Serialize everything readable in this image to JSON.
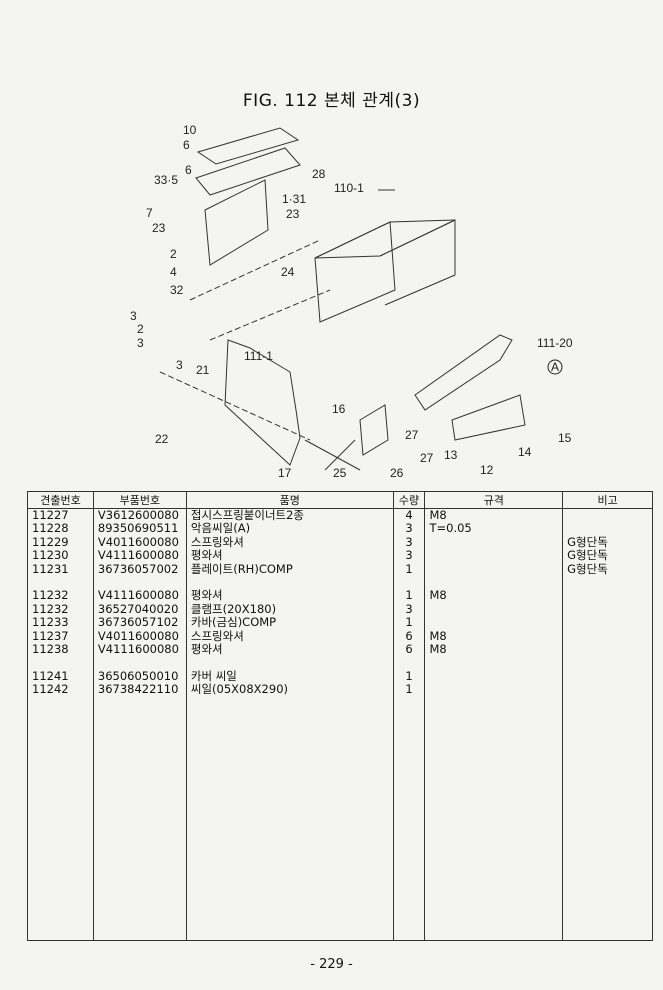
{
  "title": "FIG. 112 본체 관계(3)",
  "diagram_labels": [
    "10",
    "6",
    "6",
    "33·5",
    "28",
    "110-1",
    "1·31",
    "7",
    "23",
    "23",
    "2",
    "4",
    "32",
    "24",
    "3",
    "2",
    "3",
    "3",
    "21",
    "111-1",
    "111-20",
    "A",
    "16",
    "22",
    "15",
    "27",
    "27",
    "13",
    "14",
    "12",
    "17",
    "25",
    "26"
  ],
  "table": {
    "headers": [
      "견출번호",
      "부품번호",
      "품명",
      "수량",
      "규격",
      "비고"
    ],
    "rows": [
      [
        "11227",
        "V3612600080",
        "접시스프링붙이너트2종",
        "4",
        "M8",
        ""
      ],
      [
        "11228",
        "89350690511",
        "악음씨일(A)",
        "3",
        "T=0.05",
        ""
      ],
      [
        "11229",
        "V4011600080",
        "스프링와셔",
        "3",
        "",
        "G형단독"
      ],
      [
        "11230",
        "V4111600080",
        "평와셔",
        "3",
        "",
        "G형단독"
      ],
      [
        "11231",
        "36736057002",
        "플레이트(RH)COMP",
        "1",
        "",
        "G형단독"
      ],
      [
        "",
        "",
        "",
        "",
        "",
        ""
      ],
      [
        "11232",
        "V4111600080",
        "평와셔",
        "1",
        "M8",
        ""
      ],
      [
        "11232",
        "36527040020",
        "클램프(20X180)",
        "3",
        "",
        ""
      ],
      [
        "11233",
        "36736057102",
        "카바(금심)COMP",
        "1",
        "",
        ""
      ],
      [
        "11237",
        "V4011600080",
        "스프링와셔",
        "6",
        "M8",
        ""
      ],
      [
        "11238",
        "V4111600080",
        "평와셔",
        "6",
        "M8",
        ""
      ],
      [
        "",
        "",
        "",
        "",
        "",
        ""
      ],
      [
        "11241",
        "36506050010",
        "카버 씨일",
        "1",
        "",
        ""
      ],
      [
        "11242",
        "36738422110",
        "씨일(05X08X290)",
        "1",
        "",
        ""
      ]
    ]
  },
  "page_number": "- 229 -"
}
